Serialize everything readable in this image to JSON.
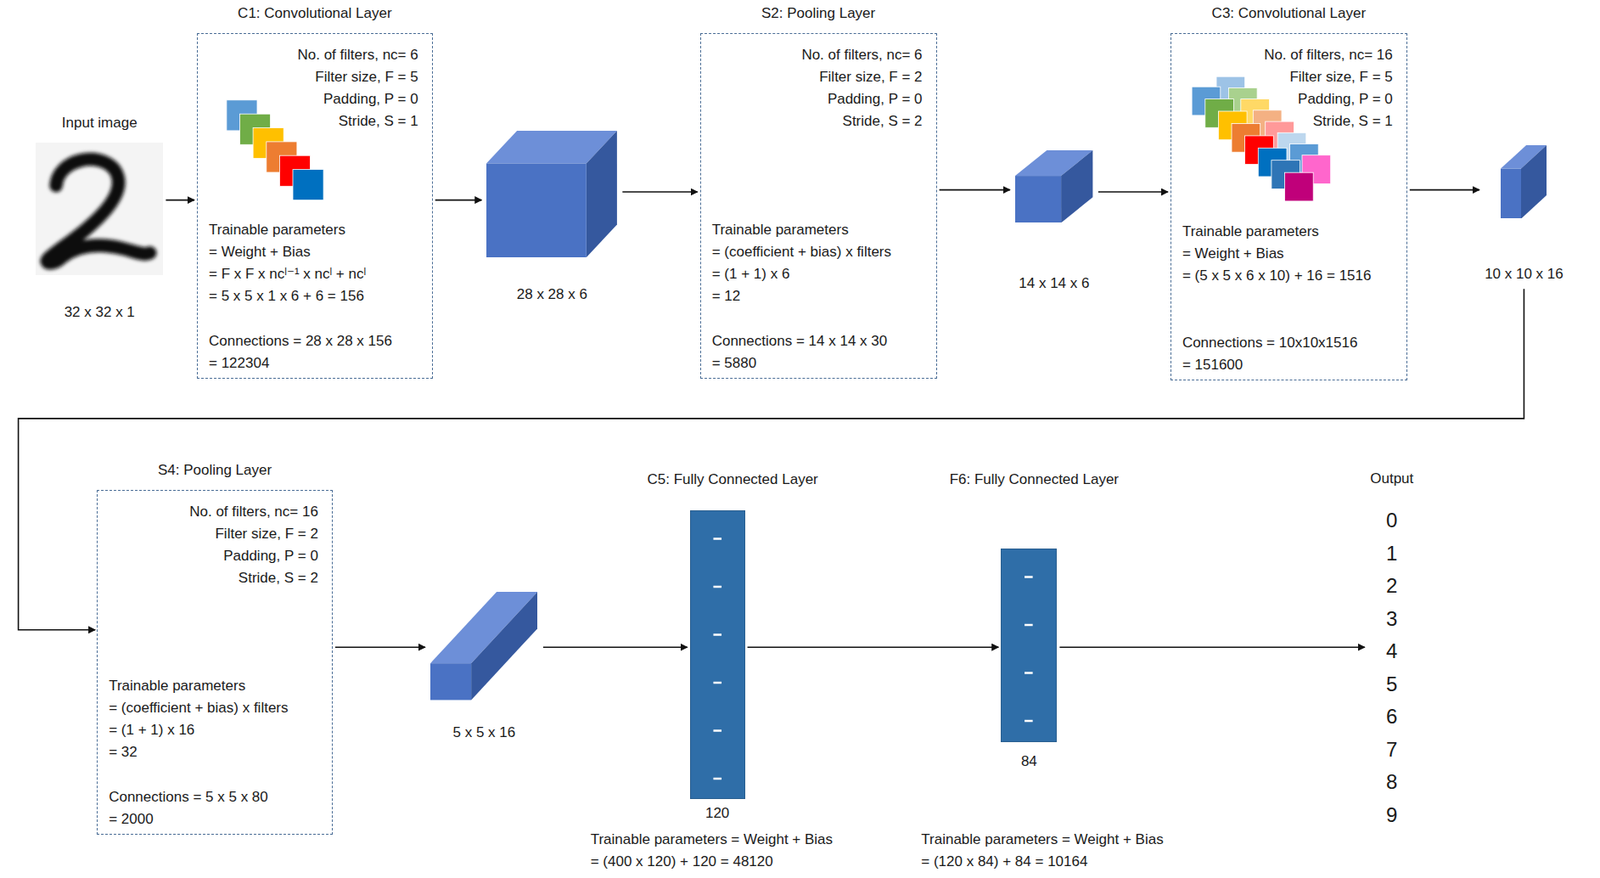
{
  "diagram": {
    "nodes": [
      {
        "text": [
          "Input image",
          "32 x 32 x 1"
        ]
      },
      {
        "text": [
          "C1: Convolutional Layer",
          "No. of filters, nc= 6",
          "Filter size, F = 5",
          "Padding, P = 0",
          "Stride, S = 1",
          "Trainable parameters",
          "= Weight + Bias",
          "= F x F x ncˡ⁻¹ x ncˡ + ncˡ",
          "= 5 x 5 x 1 x 6 + 6 = 156",
          "Connections = 28 x 28 x 156",
          "= 122304"
        ]
      },
      {
        "text": [
          "28 x 28 x 6"
        ]
      },
      {
        "text": [
          "S2: Pooling Layer",
          "No. of filters, nc= 6",
          "Filter size, F = 2",
          "Padding, P = 0",
          "Stride, S = 2",
          "Trainable parameters",
          "= (coefficient + bias) x filters",
          "= (1 + 1) x 6",
          "= 12",
          "Connections = 14 x 14 x 30",
          "= 5880"
        ]
      },
      {
        "text": [
          "14 x 14 x 6"
        ]
      },
      {
        "text": [
          "C3: Convolutional Layer",
          "No. of filters, nc= 16",
          "Filter size, F = 5",
          "Padding, P = 0",
          "Stride, S = 1",
          "Trainable parameters",
          "= Weight + Bias",
          "= (5 x 5 x 6 x 10) + 16 = 1516",
          "Connections = 10x10x1516",
          "= 151600"
        ]
      },
      {
        "text": [
          "10 x 10 x 16"
        ]
      },
      {
        "text": [
          "S4: Pooling Layer",
          "No. of filters, nc= 16",
          "Filter size, F = 2",
          "Padding, P = 0",
          "Stride, S = 2",
          "Trainable parameters",
          "= (coefficient + bias) x filters",
          "= (1 + 1) x 16",
          "= 32",
          "Connections = 5 x 5 x 80",
          "= 2000"
        ]
      },
      {
        "text": [
          "5 x 5 x 16"
        ]
      },
      {
        "text": [
          "C5: Fully Connected Layer",
          "120",
          "Trainable parameters = Weight + Bias",
          "= (400 x 120) + 120 = 48120"
        ]
      },
      {
        "text": [
          "F6: Fully Connected Layer",
          "84",
          "Trainable parameters = Weight + Bias",
          "= (120 x 84) + 84 = 10164"
        ]
      },
      {
        "text": [
          "Output",
          "0",
          "1",
          "2",
          "3",
          "4",
          "5",
          "6",
          "7",
          "8",
          "9"
        ]
      }
    ],
    "edges": [
      {
        "from": 0,
        "to": 1,
        "arrow": "to"
      },
      {
        "from": 1,
        "to": 2,
        "arrow": "to"
      },
      {
        "from": 2,
        "to": 3,
        "arrow": "to"
      },
      {
        "from": 3,
        "to": 4,
        "arrow": "to"
      },
      {
        "from": 4,
        "to": 5,
        "arrow": "to"
      },
      {
        "from": 5,
        "to": 6,
        "arrow": "to"
      },
      {
        "from": 6,
        "to": 7,
        "arrow": "to"
      },
      {
        "from": 7,
        "to": 8,
        "arrow": "to"
      },
      {
        "from": 8,
        "to": 9,
        "arrow": "to"
      },
      {
        "from": 9,
        "to": 10,
        "arrow": "to"
      },
      {
        "from": 10,
        "to": 11,
        "arrow": "to"
      }
    ]
  }
}
